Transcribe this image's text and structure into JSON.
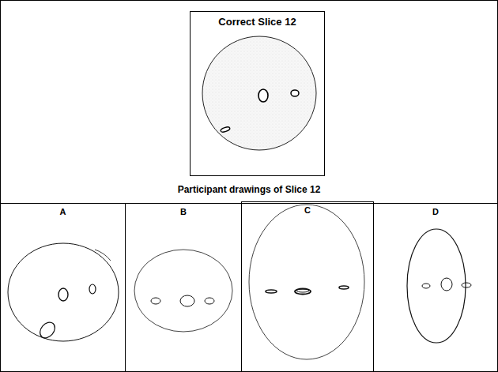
{
  "diagram": {
    "nodes": [
      {
        "text": [
          "Correct Slice 12"
        ]
      },
      {
        "text": [
          "A"
        ]
      },
      {
        "text": [
          "B"
        ]
      },
      {
        "text": [
          "C"
        ]
      },
      {
        "text": [
          "D"
        ]
      }
    ],
    "labels": [
      "Participant drawings of Slice 12"
    ]
  }
}
